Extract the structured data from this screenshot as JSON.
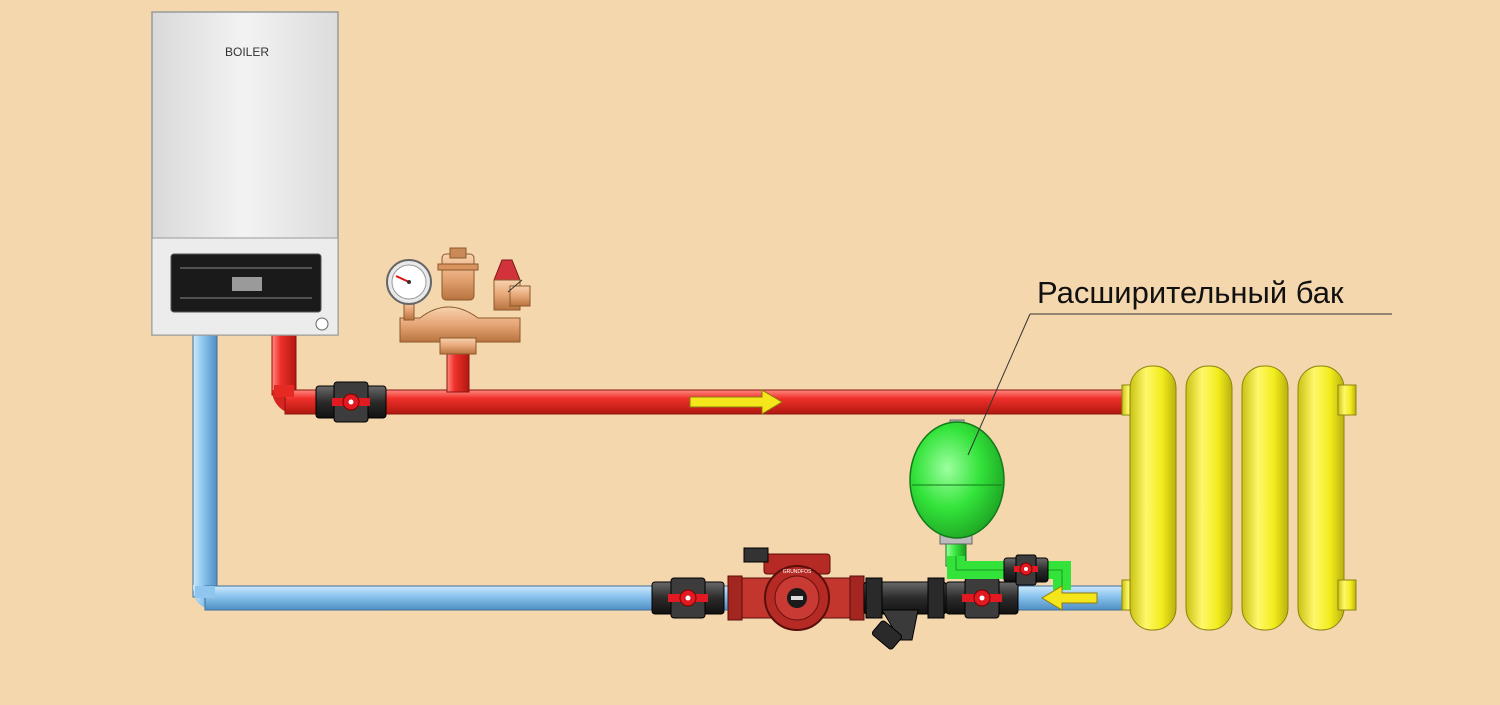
{
  "boiler": {
    "label": "BOILER"
  },
  "expansion_tank": {
    "label": "Расширительный бак"
  },
  "pump": {
    "brand": "GRUNDFOS"
  },
  "colors": {
    "background": "#f5d7ae",
    "supply_pipe": "#f0302b",
    "return_pipe": "#8ec6ef",
    "expansion_tank": "#33e33a",
    "radiator": "#f2ec1c",
    "pump_body": "#b52a24",
    "brass_fittings": "#e6a676",
    "flow_arrow": "#f5e61b",
    "valve_handle": "#e11a22"
  },
  "icons": [
    "gauge-icon",
    "air-vent-icon",
    "safety-valve-icon",
    "ball-valve-icon",
    "flow-arrow-icon"
  ]
}
